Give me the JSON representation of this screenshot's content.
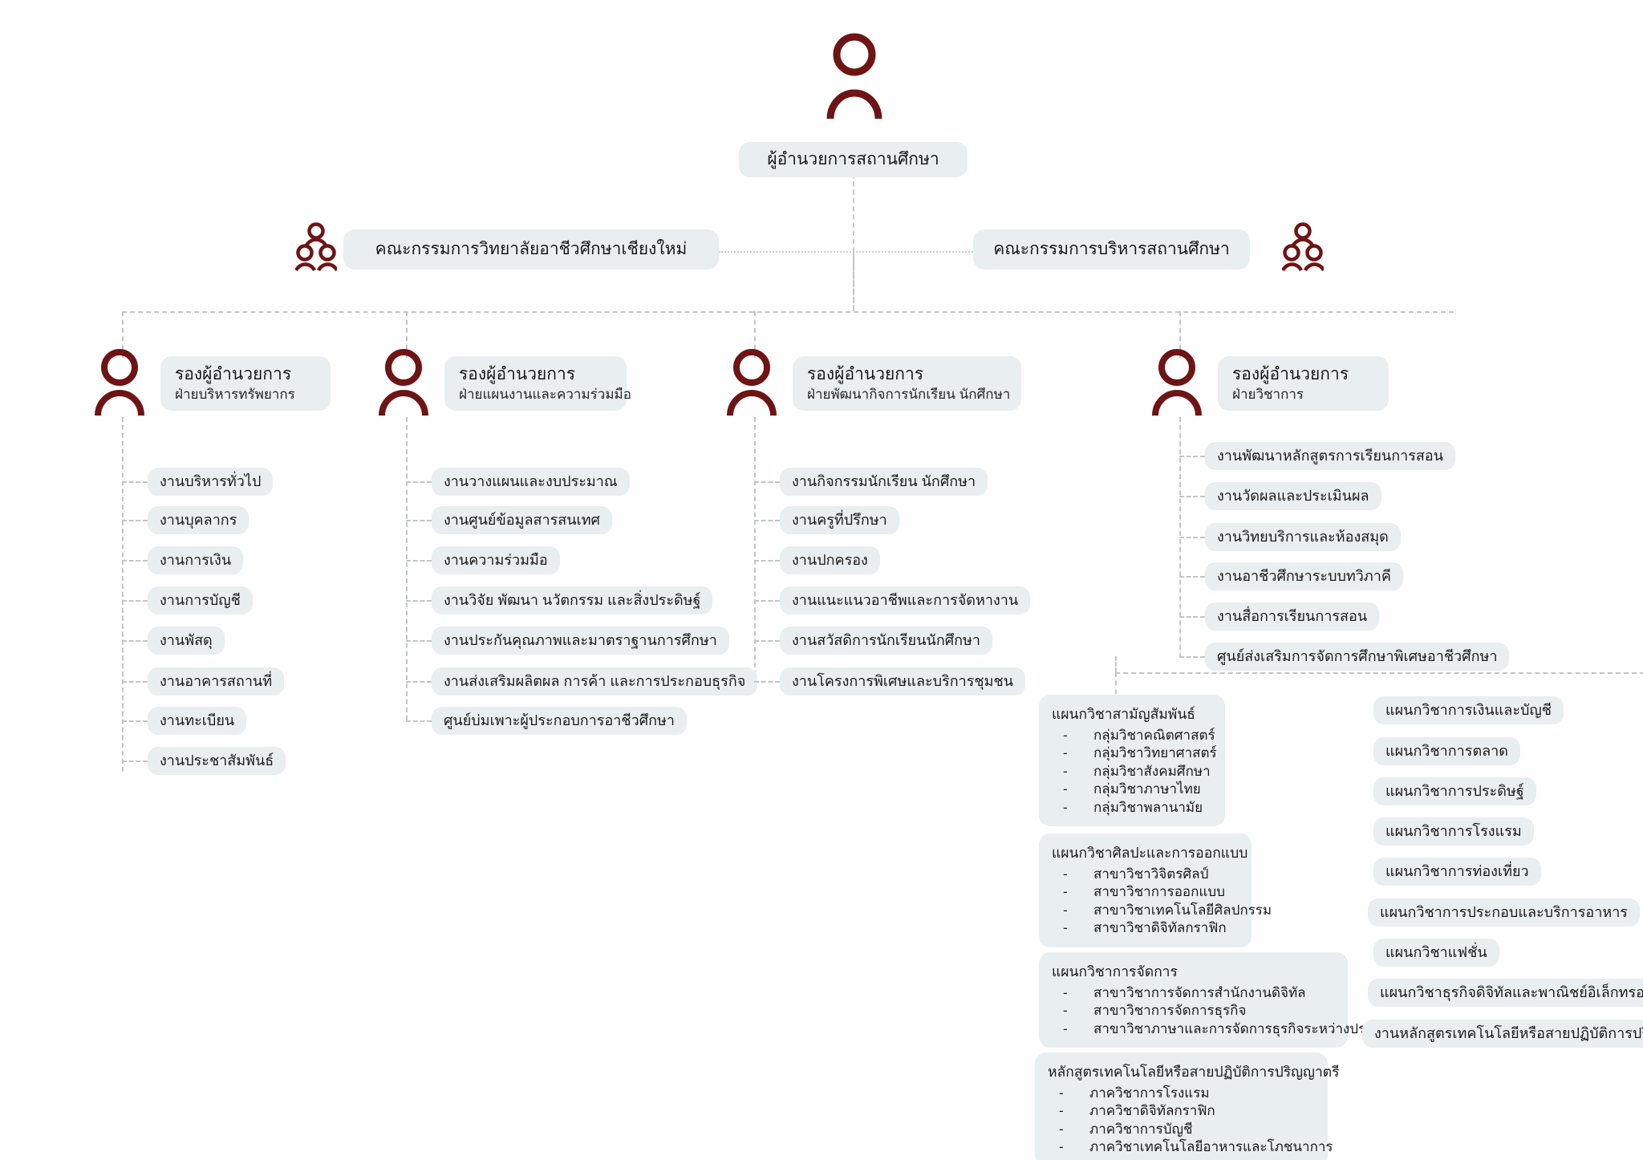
{
  "colors": {
    "box_fill": "#e9eef0",
    "icon": "#6e1414",
    "line": "#c2c6c9",
    "text": "#1a1a1a",
    "background": "#ffffff"
  },
  "director": {
    "label": "ผู้อำนวยการสถานศึกษา",
    "icon": "person-icon"
  },
  "committees": [
    {
      "label": "คณะกรรมการวิทยาลัยอาชีวศึกษาเชียงใหม่",
      "icon": "group-icon",
      "icon_side": "left"
    },
    {
      "label": "คณะกรรมการบริหารสถานศึกษา",
      "icon": "group-icon",
      "icon_side": "right"
    }
  ],
  "deputies": [
    {
      "title": "รองผู้อำนวยการ",
      "subtitle": "ฝ่ายบริหารทรัพยากร",
      "icon": "person-icon",
      "items": [
        "งานบริหารทั่วไป",
        "งานบุคลากร",
        "งานการเงิน",
        "งานการบัญชี",
        "งานพัสดุ",
        "งานอาคารสถานที่",
        "งานทะเบียน",
        "งานประชาสัมพันธ์"
      ]
    },
    {
      "title": "รองผู้อำนวยการ",
      "subtitle": "ฝ่ายแผนงานและความร่วมมือ",
      "icon": "person-icon",
      "items": [
        "งานวางแผนและงบประมาณ",
        "งานศูนย์ข้อมูลสารสนเทศ",
        "งานความร่วมมือ",
        "งานวิจัย พัฒนา นวัตกรรม และสิ่งประดิษฐ์",
        "งานประกันคุณภาพและมาตราฐานการศึกษา",
        "งานส่งเสริมผลิตผล การค้า และการประกอบธุรกิจ",
        "ศูนย์บ่มเพาะผู้ประกอบการอาชีวศึกษา"
      ]
    },
    {
      "title": "รองผู้อำนวยการ",
      "subtitle": "ฝ่ายพัฒนากิจการนักเรียน นักศึกษา",
      "icon": "person-icon",
      "items": [
        "งานกิจกรรมนักเรียน นักศึกษา",
        "งานครูที่ปรึกษา",
        "งานปกครอง",
        "งานแนะแนวอาชีพและการจัดหางาน",
        "งานสวัสดิการนักเรียนนักศึกษา",
        "งานโครงการพิเศษและบริการชุมชน"
      ]
    },
    {
      "title": "รองผู้อำนวยการ",
      "subtitle": "ฝ่ายวิชาการ",
      "icon": "person-icon",
      "items": [
        "งานพัฒนาหลักสูตรการเรียนการสอน",
        "งานวัดผลและประเมินผล",
        "งานวิทยบริการและห้องสมุด",
        "งานอาชีวศึกษาระบบทวิภาคี",
        "งานสื่อการเรียนการสอน",
        "ศูนย์ส่งเสริมการจัดการศึกษาพิเศษอาชีวศึกษา"
      ]
    }
  ],
  "department_cards": [
    {
      "title": "แผนกวิชาสามัญสัมพันธ์",
      "items": [
        "กลุ่มวิชาคณิตศาสตร์",
        "กลุ่มวิชาวิทยาศาสตร์",
        "กลุ่มวิชาสังคมศึกษา",
        "กลุ่มวิชาภาษาไทย",
        "กลุ่มวิชาพลานามัย"
      ]
    },
    {
      "title": "แผนกวิชาศิลปะและการออกแบบ",
      "items": [
        "สาขาวิชาวิจิตรศิลป์",
        "สาขาวิชาการออกแบบ",
        "สาขาวิชาเทคโนโลยีศิลปกรรม",
        "สาขาวิชาดิจิทัลกราฟิก"
      ]
    },
    {
      "title": "แผนกวิชาการจัดการ",
      "items": [
        "สาขาวิชาการจัดการสำนักงานดิจิทัล",
        "สาขาวิชาการจัดการธุรกิจ",
        "สาขาวิชาภาษาและการจัดการธุรกิจระหว่างประเทศ"
      ]
    },
    {
      "title": "หลักสูตรเทคโนโลยีหรือสายปฏิบัติการปริญญาตรี",
      "items": [
        "ภาควิชาการโรงแรม",
        "ภาควิชาดิจิทัลกราฟิก",
        "ภาควิชาการบัญชี",
        "ภาควิชาเทคโนโลยีอาหารและโภชนาการ"
      ]
    }
  ],
  "department_list": [
    "แผนกวิชาการเงินและบัญชี",
    "แผนกวิชาการตลาด",
    "แผนกวิชาการประดิษฐ์",
    "แผนกวิชาการโรงแรม",
    "แผนกวิชาการท่องเที่ยว",
    "แผนกวิชาการประกอบและบริการอาหาร",
    "แผนกวิชาแฟชั่น",
    "แผนกวิชาธุรกิจดิจิทัลและพาณิชย์อิเล็กทรอนิกส์",
    "งานหลักสูตรเทคโนโลยีหรือสายปฏิบัติการปริญญาตรี"
  ]
}
